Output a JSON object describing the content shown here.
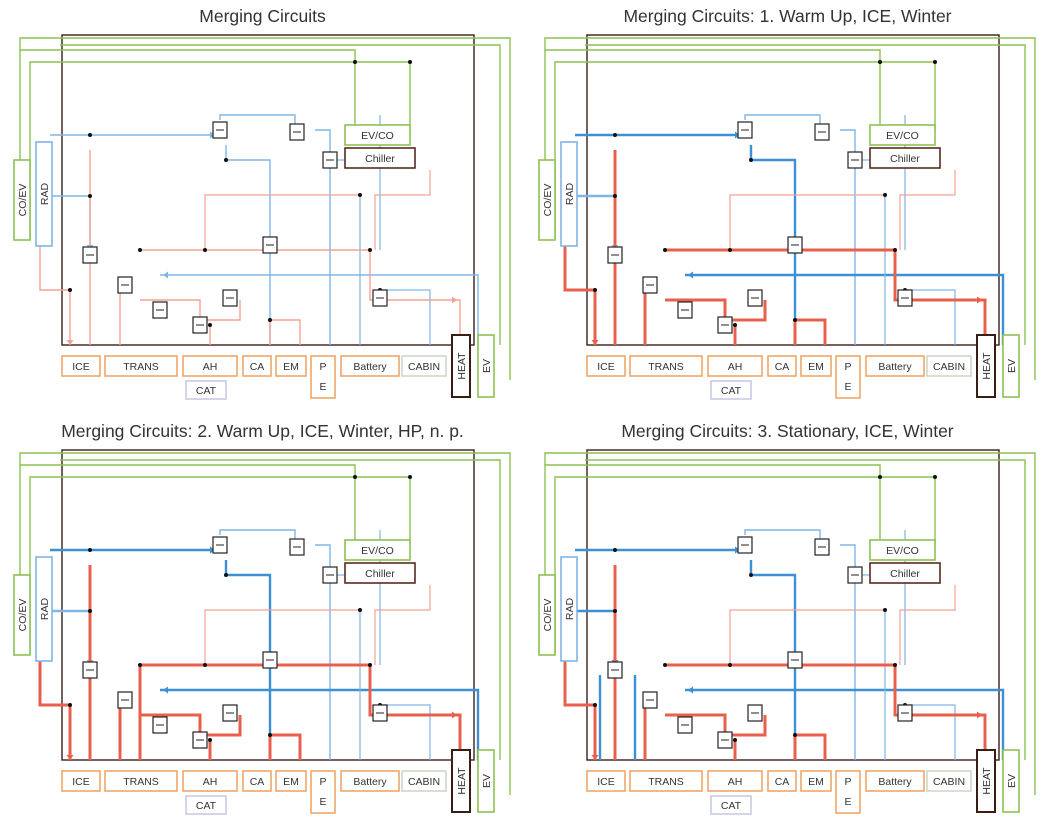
{
  "panels": [
    {
      "title": "Merging Circuits",
      "state": "base"
    },
    {
      "title": "Merging Circuits: 1. Warm Up, ICE, Winter",
      "state": "warmup"
    },
    {
      "title": "Merging Circuits: 2. Warm Up, ICE, Winter, HP, n. p.",
      "state": "warmup_hp"
    },
    {
      "title": "Merging Circuits: 3. Stationary, ICE, Winter",
      "state": "stationary"
    }
  ],
  "components": {
    "ice": "ICE",
    "trans": "TRANS",
    "ah": "AH",
    "cat": "CAT",
    "ca": "CA",
    "em": "EM",
    "pe_p": "P",
    "pe_e": "E",
    "battery": "Battery",
    "cabin": "CABIN",
    "heat": "HEAT",
    "ev": "EV",
    "rad": "RAD",
    "coev": "CO/EV",
    "evco": "EV/CO",
    "chiller": "Chiller"
  },
  "colors": {
    "coolant_hot": "#e8604c",
    "coolant_hot_light": "#f4a295",
    "coolant_cold": "#3d8fd6",
    "coolant_cold_light": "#7fb6e6",
    "refrigerant": "#8cc152",
    "component_border": "#f0a76a",
    "frame": "#3a1e16"
  }
}
